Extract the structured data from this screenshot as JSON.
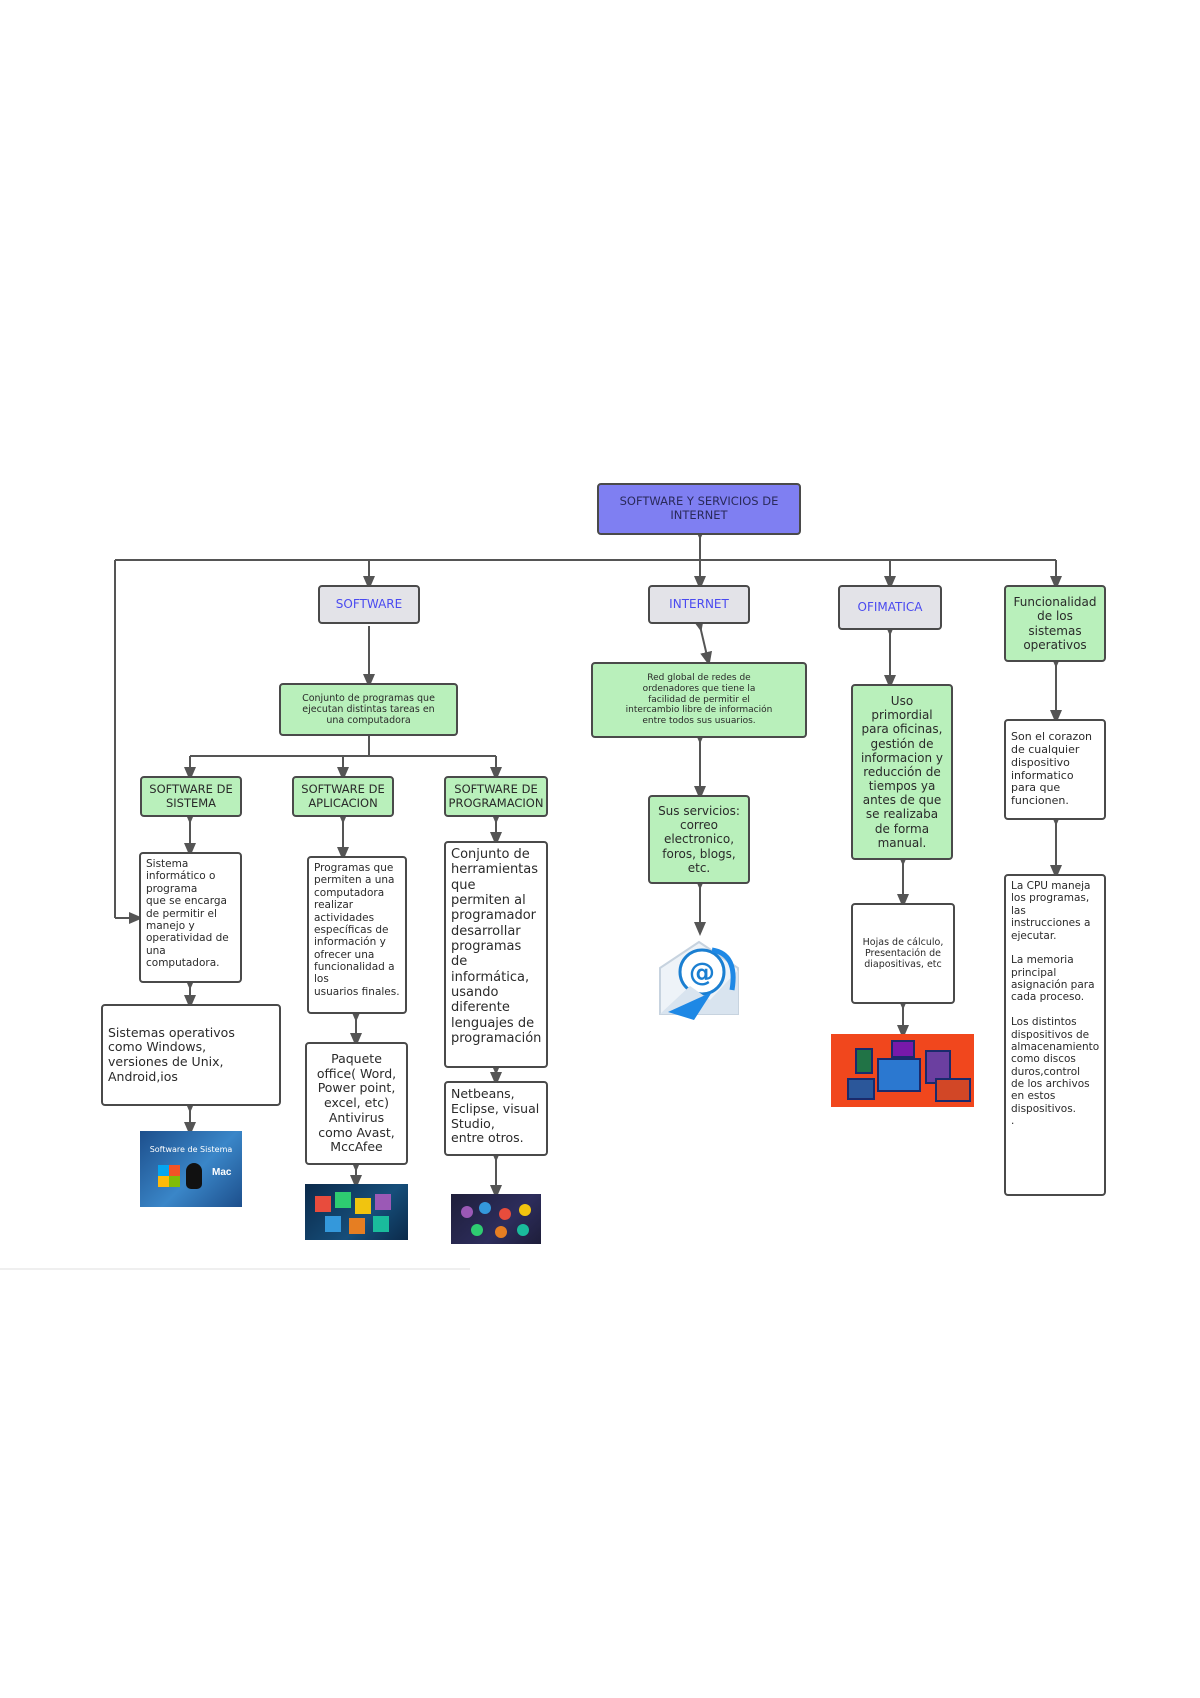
{
  "diagram": {
    "root": {
      "label": "SOFTWARE Y SERVICIOS DE\nINTERNET"
    },
    "branches": {
      "software": {
        "label": "SOFTWARE"
      },
      "internet": {
        "label": "INTERNET"
      },
      "ofimatica": {
        "label": "OFIMATICA"
      },
      "funcionalidad": {
        "label": "Funcionalidad\nde los\nsistemas\noperativos"
      }
    },
    "software_def": {
      "text": "Conjunto de programas que\nejecutan distintas tareas en\nuna computadora"
    },
    "sub": {
      "sistema": {
        "label": "SOFTWARE DE\nSISTEMA"
      },
      "aplicacion": {
        "label": "SOFTWARE DE\nAPLICACION"
      },
      "programacion": {
        "label": "SOFTWARE DE\nPROGRAMACION"
      }
    },
    "details": {
      "sistema_def": "Sistema\ninformático o\nprograma\nque se encarga\nde permitir el\nmanejo y\noperatividad de\nuna\ncomputadora.",
      "sistema_ej": "Sistemas operativos\ncomo Windows,\nversiones de Unix,\nAndroid,ios",
      "aplicacion_def": "Programas que\npermiten a una\ncomputadora\nrealizar\nactividades\nespecíficas de\ninformación y\nofrecer una\nfuncionalidad a\nlos\nusuarios finales.",
      "aplicacion_ej": "Paquete\noffice( Word,\nPower point,\nexcel, etc)\nAntivirus\ncomo Avast,\nMccAfee",
      "programacion_def": "Conjunto de\nherramientas\nque\npermiten al\nprogramador\ndesarrollar\nprogramas\nde\ninformática,\nusando\ndiferente\nlenguajes de\nprogramación",
      "programacion_ej": "Netbeans,\nEclipse, visual\nStudio,\nentre otros.",
      "internet_def": "Red global de redes de\nordenadores que tiene la\nfacilidad de permitir el\nintercambio libre de información\nentre todos sus usuarios.",
      "internet_servicios": "Sus servicios:\ncorreo\nelectronico,\nforos, blogs,\netc.",
      "ofimatica_def": "Uso\nprimordial\npara oficinas,\ngestión de\ninformacion y\nreducción de\ntiempos ya\nantes de que\nse realizaba\nde forma\nmanual.",
      "ofimatica_ej": "Hojas de cálculo,\nPresentación de\ndiapositivas, etc",
      "func_def": "Son el corazon\nde cualquier\ndispositivo\ninformatico\npara que\nfuncionen.",
      "func_det": "La CPU  maneja\nlos programas,\nlas\ninstrucciones a\nejecutar.\n\nLa memoria\nprincipal\nasignación para\ncada proceso.\n\nLos distintos\ndispositivos de\nalmacenamiento\ncomo discos\nduros,control\nde los archivos\nen estos\ndispositivos.\n."
    },
    "images": {
      "sistema_img_caption": "Software de Sistema",
      "sistema_img_mac": "Mac",
      "email_glyph": "@"
    }
  },
  "colors": {
    "green": "#b9f0bb",
    "purple": "#7f7ff2",
    "gray": "#e3e3e8",
    "line": "#555555",
    "office_red": "#f1471d"
  }
}
